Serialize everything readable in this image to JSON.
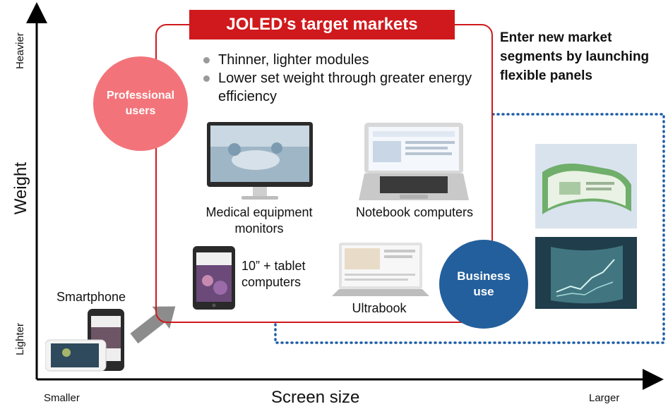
{
  "axes": {
    "y_title": "Weight",
    "y_top": "Heavier",
    "y_bottom": "Lighter",
    "x_title": "Screen size",
    "x_left": "Smaller",
    "x_right": "Larger"
  },
  "target_box": {
    "title": "JOLED’s target markets",
    "bullets": [
      "Thinner, lighter modules",
      "Lower set weight through greater energy efficiency"
    ]
  },
  "segments": {
    "professional": "Professional users",
    "business": "Business use"
  },
  "new_market_text": "Enter new market segments by launching flexible panels",
  "devices": {
    "medical": "Medical equipment monitors",
    "notebook": "Notebook computers",
    "tablet": "10” + tablet computers",
    "ultrabook": "Ultrabook",
    "smartphone": "Smartphone"
  },
  "colors": {
    "accent_red": "#d0191c",
    "pink": "#f2747a",
    "navy": "#235f9c",
    "dotted_blue": "#1f5ea8",
    "arrow_gray": "#8c8c8c"
  }
}
